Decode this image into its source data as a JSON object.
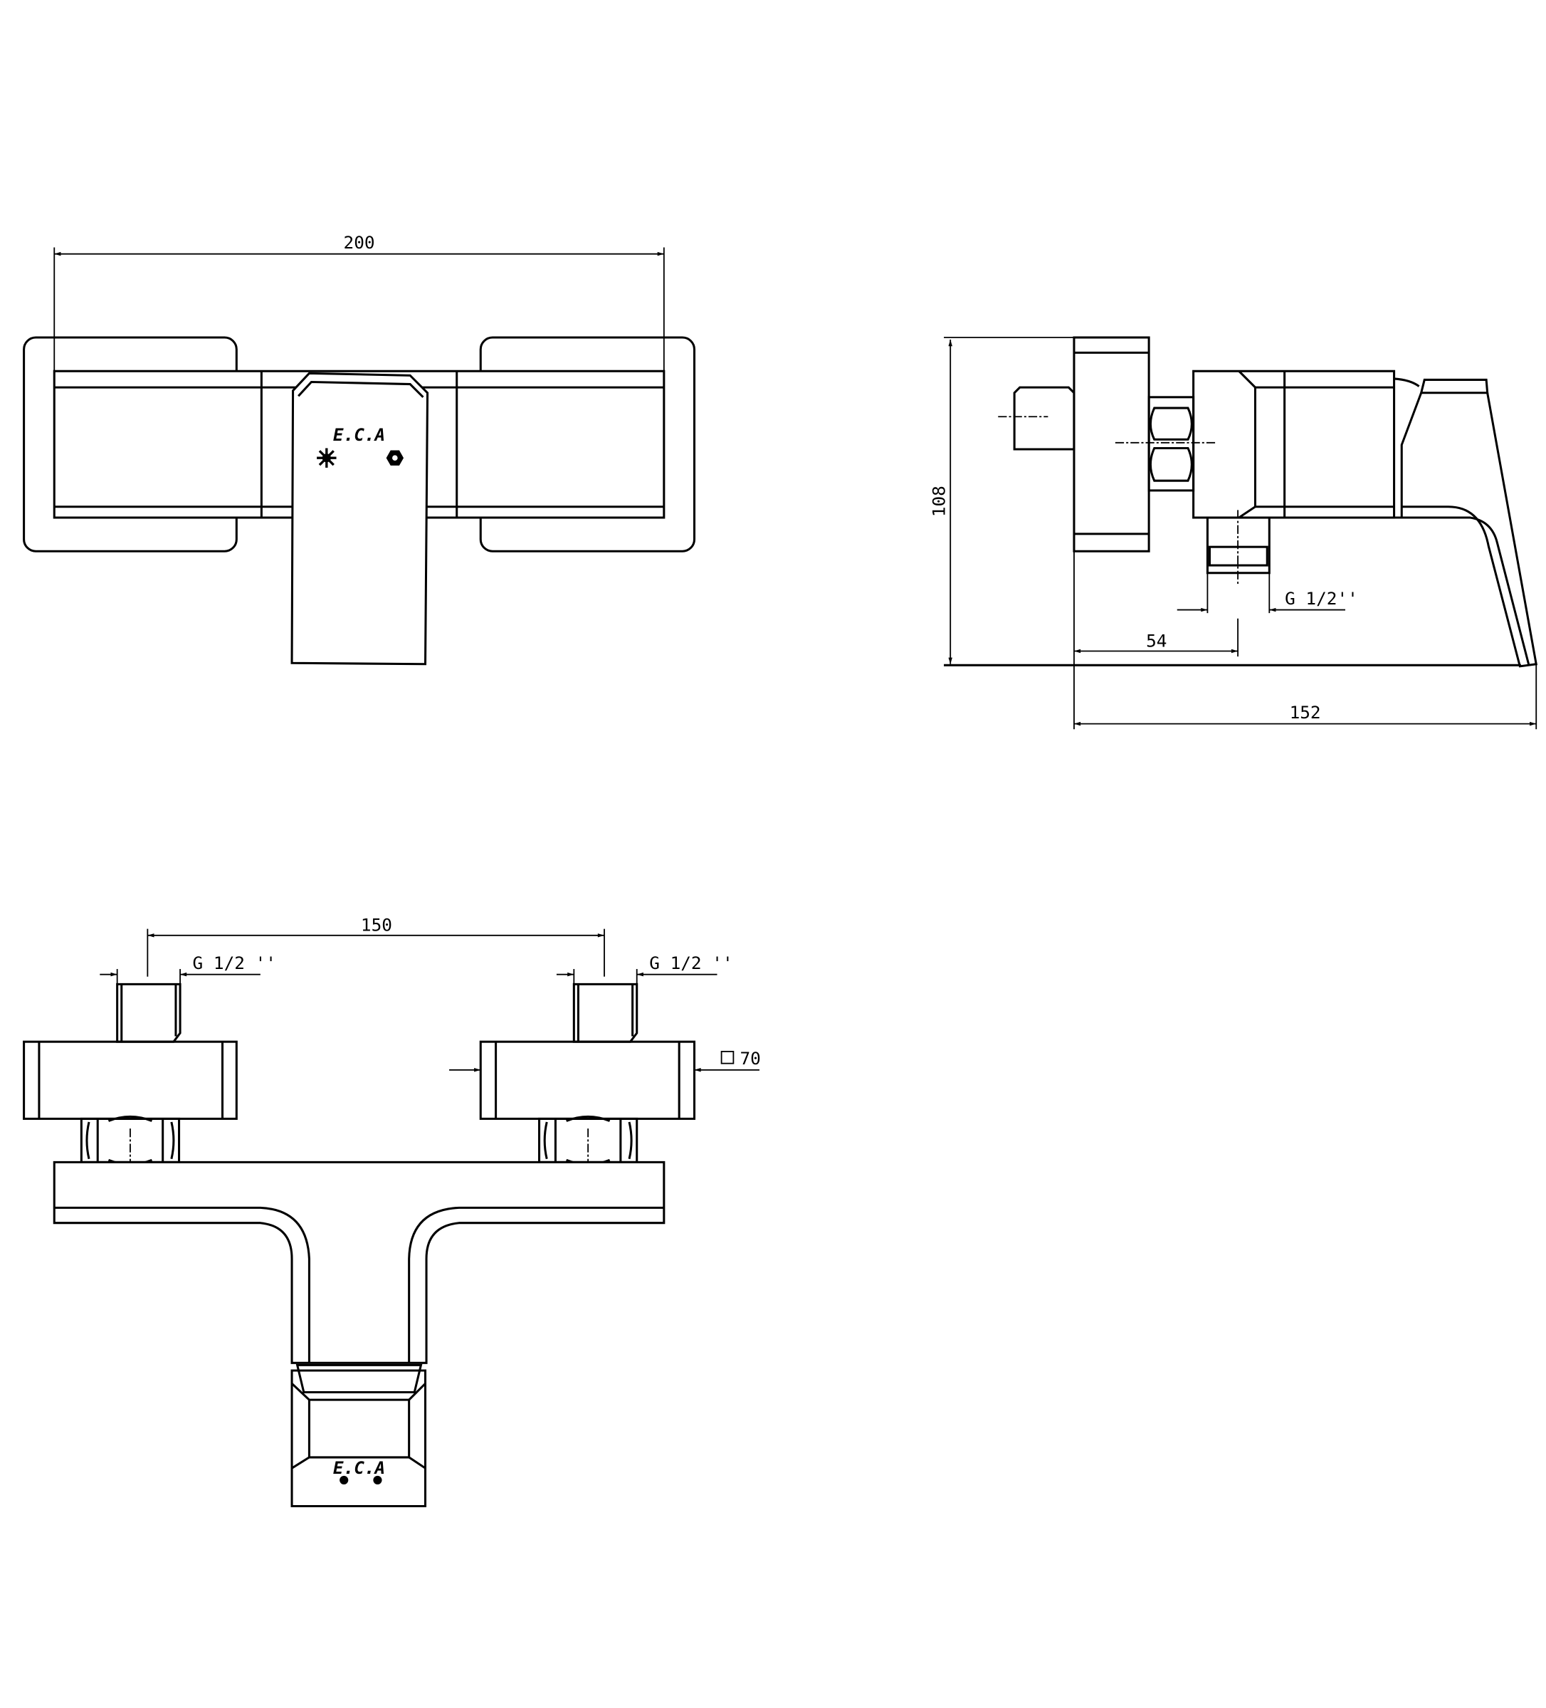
{
  "front_view": {
    "width_dim": "200",
    "logo": "E.C.A",
    "hot_icon": "sun-icon",
    "cold_icon": "snowflake-icon"
  },
  "side_view": {
    "height_dim": "108",
    "outlet_offset_dim": "54",
    "depth_dim": "152",
    "thread_label": "G 1/2''"
  },
  "top_view": {
    "center_distance_dim": "150",
    "left_thread_label": "G 1/2 ''",
    "right_thread_label": "G 1/2 ''",
    "plate_size_dim": "70",
    "logo": "E.C.A"
  }
}
